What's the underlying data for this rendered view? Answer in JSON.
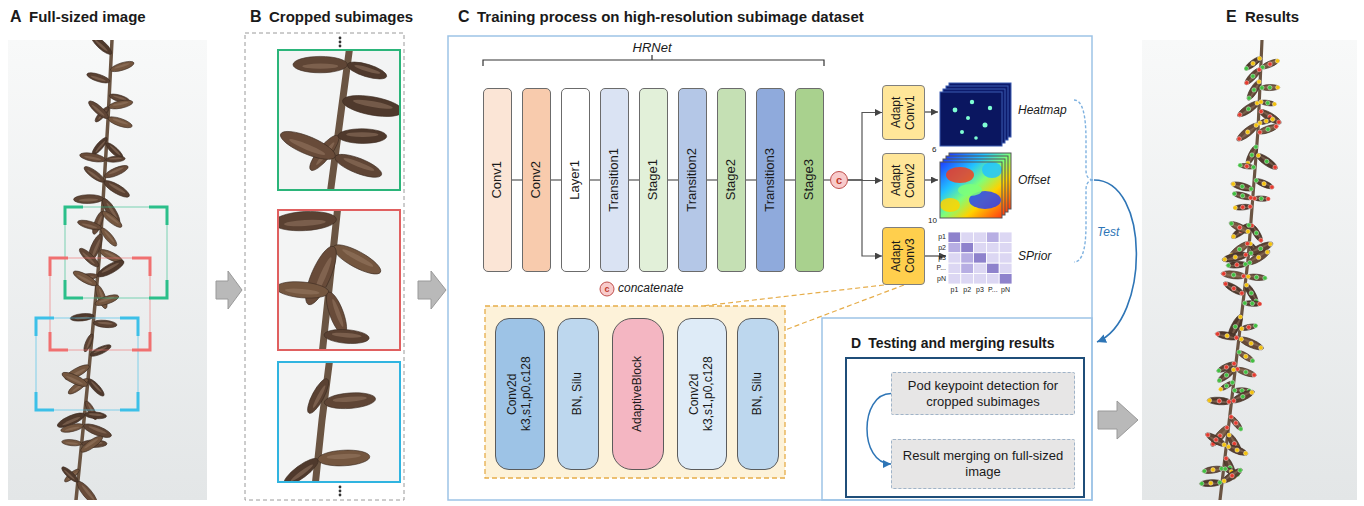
{
  "diagram": {
    "nodes": [
      {
        "text": [
          "Conv1"
        ]
      },
      {
        "text": [
          "Conv2"
        ]
      },
      {
        "text": [
          "Layer1"
        ]
      },
      {
        "text": [
          "Transition1"
        ]
      },
      {
        "text": [
          "Stage1"
        ]
      },
      {
        "text": [
          "Transition2"
        ]
      },
      {
        "text": [
          "Stage2"
        ]
      },
      {
        "text": [
          "Transition3"
        ]
      },
      {
        "text": [
          "Stage3"
        ]
      },
      {
        "text": [
          "c"
        ]
      },
      {
        "text": [
          "Adapt Conv1"
        ]
      },
      {
        "text": [
          "Adapt Conv2"
        ]
      },
      {
        "text": [
          "Adapt Conv3"
        ]
      },
      {
        "text": [
          "Conv2d k3,s1,p0,c128"
        ]
      },
      {
        "text": [
          "BN, Silu"
        ]
      },
      {
        "text": [
          "AdaptiveBlock"
        ]
      },
      {
        "text": [
          "Conv2d k3,s1,p0,c128"
        ]
      },
      {
        "text": [
          "BN, Silu"
        ]
      },
      {
        "text": [
          "D",
          "Testing and merging results"
        ]
      },
      {
        "text": [
          "Pod keypoint detection for cropped subimages"
        ],
        "in": 18
      },
      {
        "text": [
          "Result merging on full-sized image"
        ],
        "in": 18
      }
    ],
    "edges": [
      {
        "from": 0,
        "to": 1,
        "arrow": "none"
      },
      {
        "from": 1,
        "to": 2,
        "arrow": "none"
      },
      {
        "from": 2,
        "to": 3,
        "arrow": "none"
      },
      {
        "from": 3,
        "to": 4,
        "arrow": "none"
      },
      {
        "from": 4,
        "to": 5,
        "arrow": "none"
      },
      {
        "from": 5,
        "to": 6,
        "arrow": "none"
      },
      {
        "from": 6,
        "to": 7,
        "arrow": "none"
      },
      {
        "from": 7,
        "to": 8,
        "arrow": "none"
      },
      {
        "from": 8,
        "to": 9,
        "arrow": "none"
      },
      {
        "from": 9,
        "to": 10,
        "arrow": "to"
      },
      {
        "from": 9,
        "to": 11,
        "arrow": "to"
      },
      {
        "from": 9,
        "to": 12,
        "arrow": "to"
      },
      {
        "from": 19,
        "to": 20,
        "arrow": "to"
      }
    ],
    "labels": [
      "A",
      "Full-sized image",
      "B",
      "Cropped subimages",
      "C",
      "Training process on high-resolution subimage dataset",
      "HRNet",
      "c",
      "concatenate",
      "Heatmap",
      "6",
      "Offset",
      "10",
      "SPrior",
      "p1",
      "p2",
      "p3",
      "P...",
      "pN",
      "p1",
      "p2",
      "p3",
      "P...",
      "pN",
      "Test",
      "E",
      "Results"
    ]
  }
}
